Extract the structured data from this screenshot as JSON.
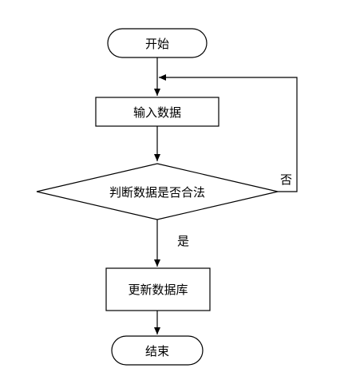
{
  "diagram": {
    "nodes": {
      "start": {
        "label": "开始",
        "shape": "terminal"
      },
      "input": {
        "label": "输入数据",
        "shape": "process"
      },
      "check": {
        "label": "判断数据是否合法",
        "shape": "decision"
      },
      "update": {
        "label": "更新数据库",
        "shape": "process"
      },
      "end": {
        "label": "结束",
        "shape": "terminal"
      }
    },
    "edges": {
      "no": {
        "label": "否",
        "from": "check",
        "to": "input"
      },
      "yes": {
        "label": "是",
        "from": "check",
        "to": "update"
      }
    },
    "colors": {
      "stroke": "#000000",
      "fill": "#ffffff"
    }
  }
}
